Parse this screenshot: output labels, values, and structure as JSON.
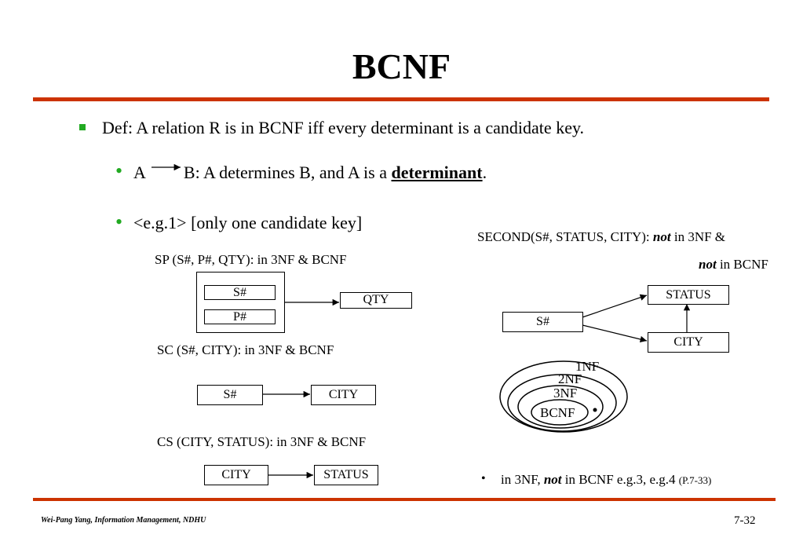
{
  "title": "BCNF",
  "def": "Def: A relation R is in BCNF iff every determinant is a candidate key.",
  "bullet1": {
    "a": "A",
    "rest": "B: A determines B,  and A is a ",
    "keyword": "determinant",
    "end": "."
  },
  "bullet2": "<e.g.1> [only one candidate key]",
  "sp": {
    "label": "SP (S#, P#, QTY): in 3NF & BCNF",
    "s": "S#",
    "p": "P#",
    "qty": "QTY"
  },
  "sc": {
    "label": "SC (S#, CITY): in 3NF & BCNF",
    "s": "S#",
    "city": "CITY"
  },
  "cs": {
    "label": "CS (CITY, STATUS): in 3NF & BCNF",
    "city": "CITY",
    "status": "STATUS"
  },
  "second": {
    "label_prefix": "SECOND(S#, STATUS, CITY):  ",
    "not1": "not",
    "label_mid": " in 3NF &",
    "not2": "not",
    "label_end": " in BCNF",
    "s": "S#",
    "status": "STATUS",
    "city": "CITY"
  },
  "nf": {
    "n1": "1NF",
    "n2": "2NF",
    "n3": "3NF",
    "bcnf": "BCNF"
  },
  "note": {
    "prefix": "in 3NF,  ",
    "not": "not",
    "mid": " in BCNF e.g.3, e.g.4 ",
    "ref": "(P.7-33)"
  },
  "footer": {
    "author": "Wei-Pang Yang, Information Management, NDHU",
    "page": "7-32"
  },
  "colors": {
    "accent": "#cc3300",
    "bullet": "#22aa22"
  }
}
